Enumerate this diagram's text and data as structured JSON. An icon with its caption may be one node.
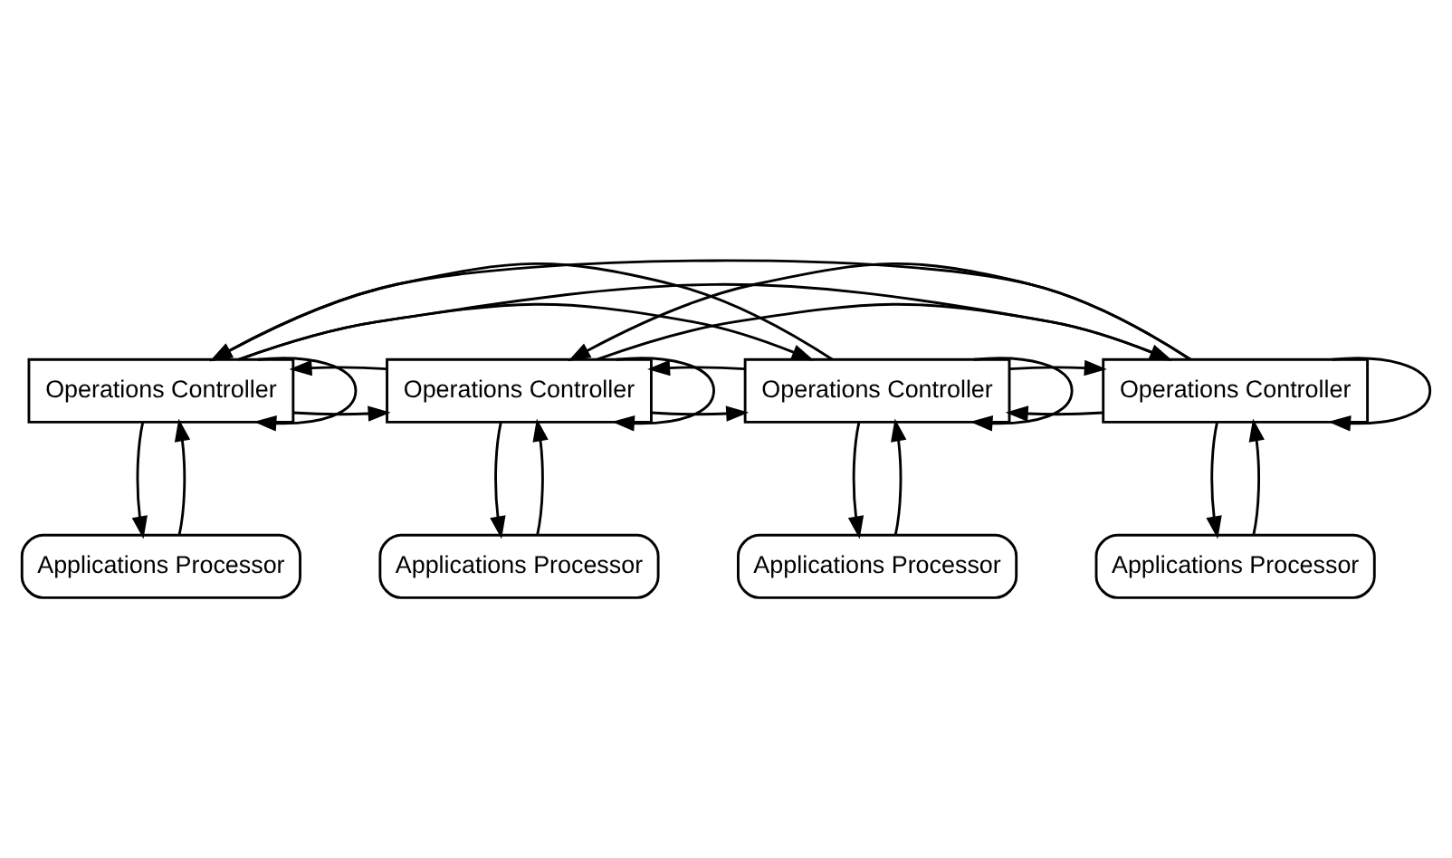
{
  "diagram": {
    "nodes": [
      {
        "text": [
          "Operations Controller"
        ]
      },
      {
        "text": [
          "Operations Controller"
        ]
      },
      {
        "text": [
          "Operations Controller"
        ]
      },
      {
        "text": [
          "Operations Controller"
        ]
      },
      {
        "text": [
          "Applications Processor"
        ]
      },
      {
        "text": [
          "Applications Processor"
        ]
      },
      {
        "text": [
          "Applications Processor"
        ]
      },
      {
        "text": [
          "Applications Processor"
        ]
      }
    ],
    "edges": [
      {
        "from": 0,
        "to": 0,
        "arrow": "to"
      },
      {
        "from": 0,
        "to": 1,
        "arrow": "to"
      },
      {
        "from": 0,
        "to": 2,
        "arrow": "to"
      },
      {
        "from": 0,
        "to": 3,
        "arrow": "to"
      },
      {
        "from": 1,
        "to": 0,
        "arrow": "to"
      },
      {
        "from": 1,
        "to": 1,
        "arrow": "to"
      },
      {
        "from": 1,
        "to": 2,
        "arrow": "to"
      },
      {
        "from": 1,
        "to": 3,
        "arrow": "to"
      },
      {
        "from": 2,
        "to": 0,
        "arrow": "to"
      },
      {
        "from": 2,
        "to": 1,
        "arrow": "to"
      },
      {
        "from": 2,
        "to": 2,
        "arrow": "to"
      },
      {
        "from": 2,
        "to": 3,
        "arrow": "to"
      },
      {
        "from": 3,
        "to": 0,
        "arrow": "to"
      },
      {
        "from": 3,
        "to": 1,
        "arrow": "to"
      },
      {
        "from": 3,
        "to": 2,
        "arrow": "to"
      },
      {
        "from": 3,
        "to": 3,
        "arrow": "to"
      },
      {
        "from": 4,
        "to": 0,
        "arrow": "to"
      },
      {
        "from": 0,
        "to": 4,
        "arrow": "to"
      },
      {
        "from": 5,
        "to": 1,
        "arrow": "to"
      },
      {
        "from": 1,
        "to": 5,
        "arrow": "to"
      },
      {
        "from": 6,
        "to": 2,
        "arrow": "to"
      },
      {
        "from": 2,
        "to": 6,
        "arrow": "to"
      },
      {
        "from": 7,
        "to": 3,
        "arrow": "to"
      },
      {
        "from": 3,
        "to": 7,
        "arrow": "to"
      }
    ]
  }
}
